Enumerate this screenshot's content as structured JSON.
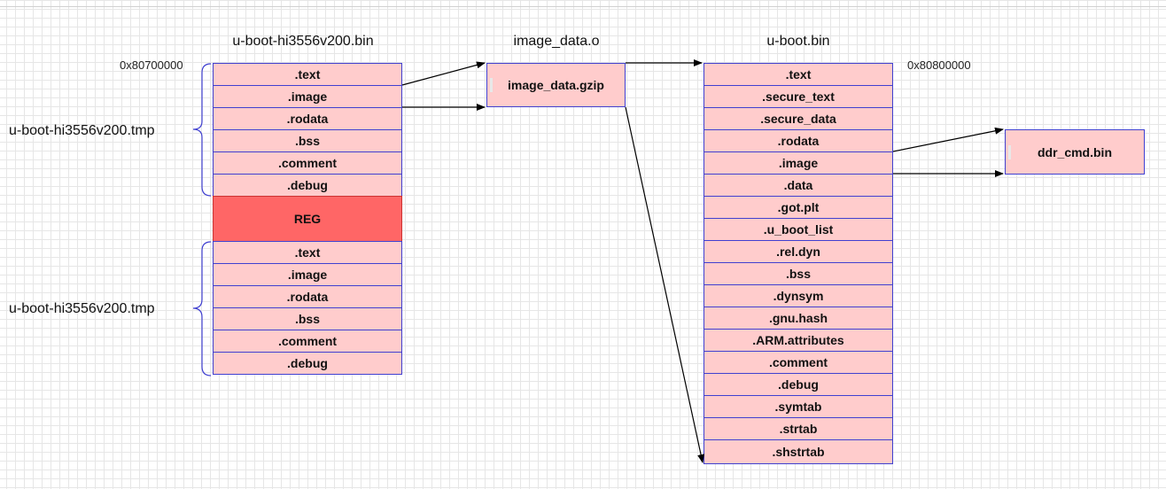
{
  "bin_block": {
    "title": "u-boot-hi3556v200.bin",
    "address": "0x80700000",
    "group1_label": "u-boot-hi3556v200.tmp",
    "group1_sections": [
      ".text",
      ".image",
      ".rodata",
      ".bss",
      ".comment",
      ".debug"
    ],
    "reg_label": "REG",
    "group2_label": "u-boot-hi3556v200.tmp",
    "group2_sections": [
      ".text",
      ".image",
      ".rodata",
      ".bss",
      ".comment",
      ".debug"
    ]
  },
  "image_obj": {
    "title": "image_data.o",
    "content": "image_data.gzip"
  },
  "uboot": {
    "title": "u-boot.bin",
    "address": "0x80800000",
    "sections": [
      ".text",
      ".secure_text",
      ".secure_data",
      ".rodata",
      ".image",
      ".data",
      ".got.plt",
      ".u_boot_list",
      ".rel.dyn",
      ".bss",
      ".dynsym",
      ".gnu.hash",
      ".ARM.attributes",
      ".comment",
      ".debug",
      ".symtab",
      ".strtab",
      ".shstrtab"
    ]
  },
  "ddr": {
    "content": "ddr_cmd.bin"
  },
  "colors": {
    "section_fill": "#ffcccc",
    "section_border": "#4040d0",
    "reg_fill": "#ff6666",
    "arrow": "#000000",
    "brace": "#4040d0"
  }
}
